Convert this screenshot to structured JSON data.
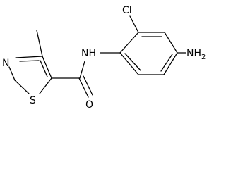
{
  "molecule": {
    "labels": {
      "cl": "Cl",
      "nh": "NH",
      "nh2": "NH",
      "nh2_sub": "2",
      "ring_n": "N",
      "ring_s": "S",
      "carbonyl_o": "O"
    }
  }
}
